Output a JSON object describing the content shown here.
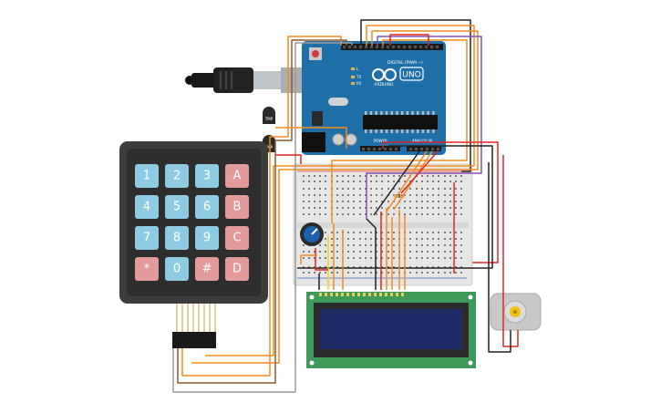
{
  "arduino": {
    "brand": "ARDUINO",
    "model": "UNO",
    "header_digital": "DIGITAL (PWM ~)",
    "header_power": "POWER",
    "header_analog": "ANALOG IN",
    "led_tx": "TX",
    "led_rx": "RX",
    "led_l": "L",
    "color_board": "#1f6fa8"
  },
  "sensors": [
    {
      "label": "TMP"
    },
    {
      "label": "TMP"
    }
  ],
  "keypad": {
    "keys": [
      {
        "label": "1",
        "type": "digit"
      },
      {
        "label": "2",
        "type": "digit"
      },
      {
        "label": "3",
        "type": "digit"
      },
      {
        "label": "A",
        "type": "letter"
      },
      {
        "label": "4",
        "type": "digit"
      },
      {
        "label": "5",
        "type": "digit"
      },
      {
        "label": "6",
        "type": "digit"
      },
      {
        "label": "B",
        "type": "letter"
      },
      {
        "label": "7",
        "type": "digit"
      },
      {
        "label": "8",
        "type": "digit"
      },
      {
        "label": "9",
        "type": "digit"
      },
      {
        "label": "C",
        "type": "letter"
      },
      {
        "label": "*",
        "type": "letter"
      },
      {
        "label": "0",
        "type": "digit"
      },
      {
        "label": "#",
        "type": "letter"
      },
      {
        "label": "D",
        "type": "letter"
      }
    ],
    "color_digit": "#8ecbe3",
    "color_letter": "#e29a9a",
    "color_body": "#3c3c3c"
  },
  "lcd": {
    "color_pcb": "#3d9a5a",
    "color_screen": "#1d2b66"
  },
  "wire_colors": {
    "orange": "#f28c1e",
    "red": "#e02525",
    "black": "#222222",
    "purple": "#8a4fb0",
    "yellow": "#f2d21e",
    "gray": "#9a9a9a",
    "brown": "#8a5a2b",
    "green": "#3aa63a"
  }
}
